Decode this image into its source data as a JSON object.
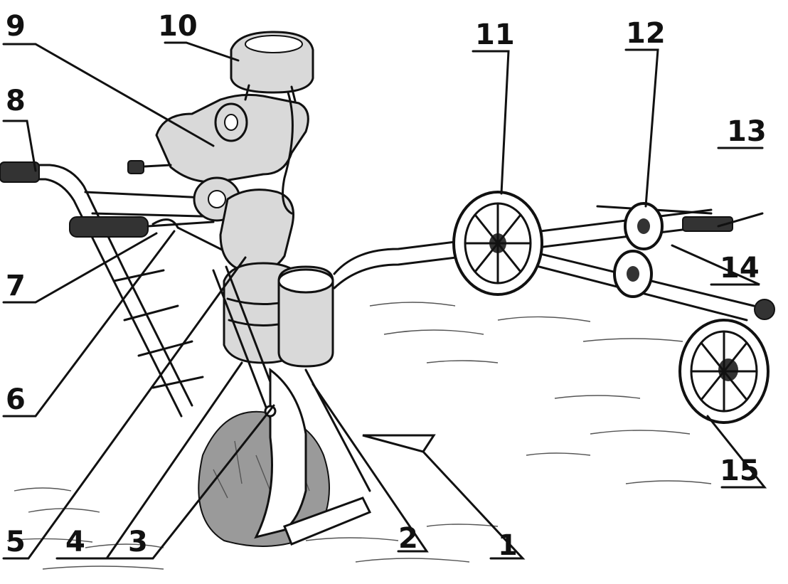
{
  "colors": {
    "ink": "#111111",
    "paper": "#ffffff",
    "shade": "#d9d9d9"
  },
  "labels": [
    "1",
    "2",
    "3",
    "4",
    "5",
    "6",
    "7",
    "8",
    "9",
    "10",
    "11",
    "12",
    "13",
    "14",
    "15"
  ]
}
